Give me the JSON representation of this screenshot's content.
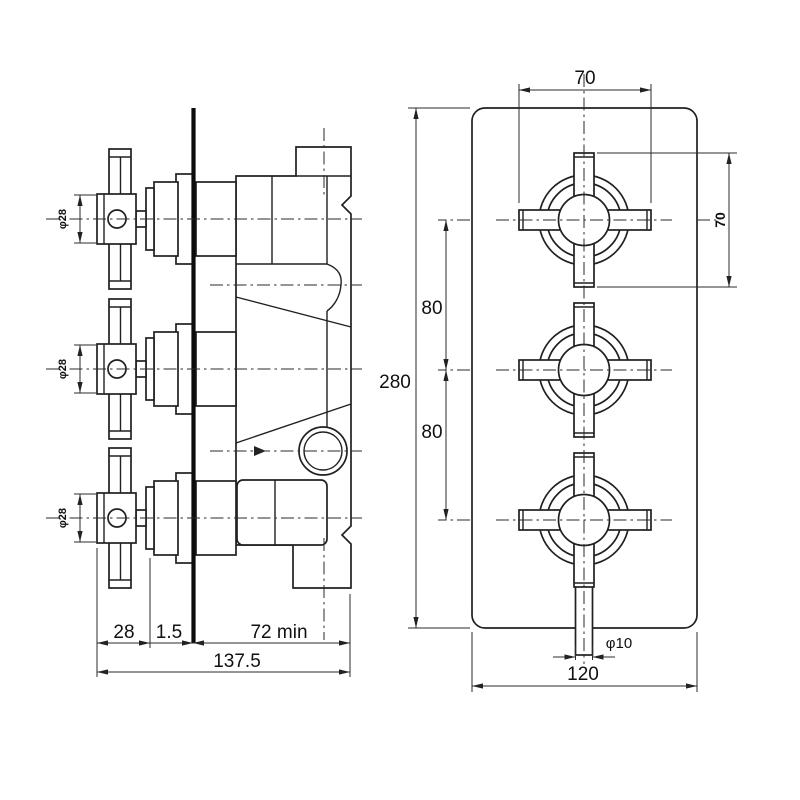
{
  "drawing": {
    "kind": "technical-dimension-drawing",
    "subject": "triple concealed thermostatic shower valve - side and front elevations",
    "background": "#ffffff",
    "line_color": "#202020",
    "dim_color": "#2b2b2b",
    "side_view": {
      "labels": {
        "knob_dia_top": "φ28",
        "knob_dia_mid": "φ28",
        "knob_dia_bot": "φ28",
        "handle_depth": "28",
        "plate_thickness": "1.5",
        "recess_depth": "72 min",
        "total_depth": "137.5"
      }
    },
    "front_view": {
      "labels": {
        "handle_width": "70",
        "handle_height": "70",
        "pitch_upper": "80",
        "pitch_lower": "80",
        "plate_height": "280",
        "plate_width": "120",
        "pipe_dia": "φ10"
      }
    }
  }
}
